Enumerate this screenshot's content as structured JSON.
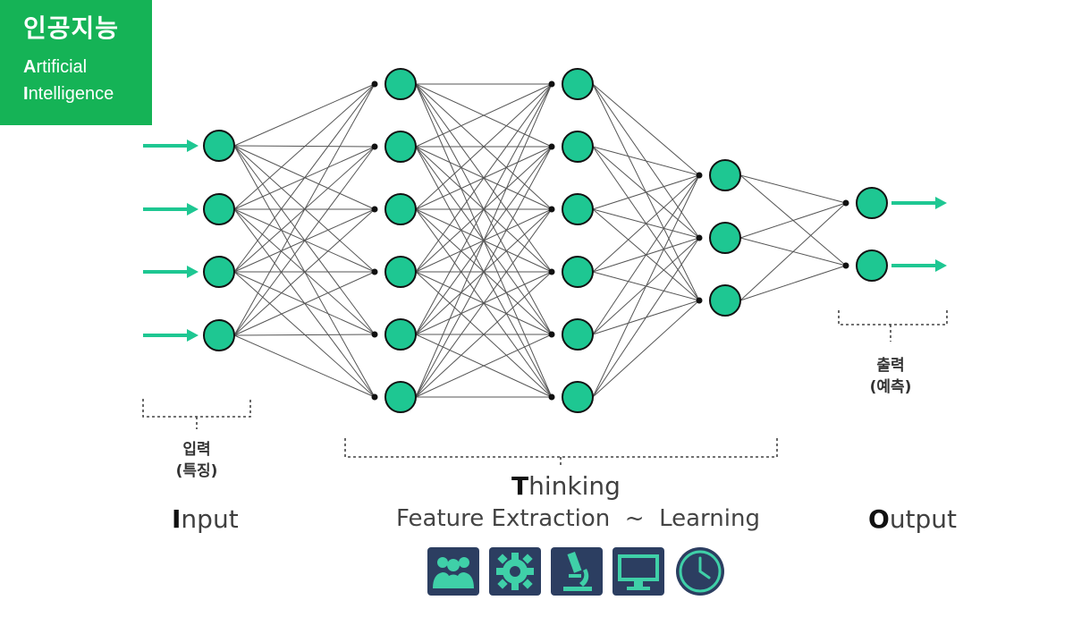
{
  "badge": {
    "title": "인공지능",
    "line1_cap": "A",
    "line1_rest": "rtificial",
    "line2_cap": "I",
    "line2_rest": "ntelligence"
  },
  "labels": {
    "input_ko_1": "입력",
    "input_ko_2": "(특징)",
    "output_ko_1": "출력",
    "output_ko_2": "(예측)",
    "input_cap": "I",
    "input_rest": "nput",
    "thinking_cap": "T",
    "thinking_rest": "hinking",
    "feature": "Feature Extraction  ~  Learning",
    "output_cap": "O",
    "output_rest": "utput"
  },
  "network": {
    "layers": [
      4,
      6,
      6,
      3,
      2
    ],
    "node_color": "#1ec792",
    "arrow_color": "#1ec792",
    "edge_color": "#555555"
  },
  "icons": [
    "people-icon",
    "gear-icon",
    "microscope-icon",
    "monitor-icon",
    "clock-icon"
  ],
  "icon_colors": {
    "tile": "#2c3e61",
    "glyph": "#3fd0a8"
  }
}
